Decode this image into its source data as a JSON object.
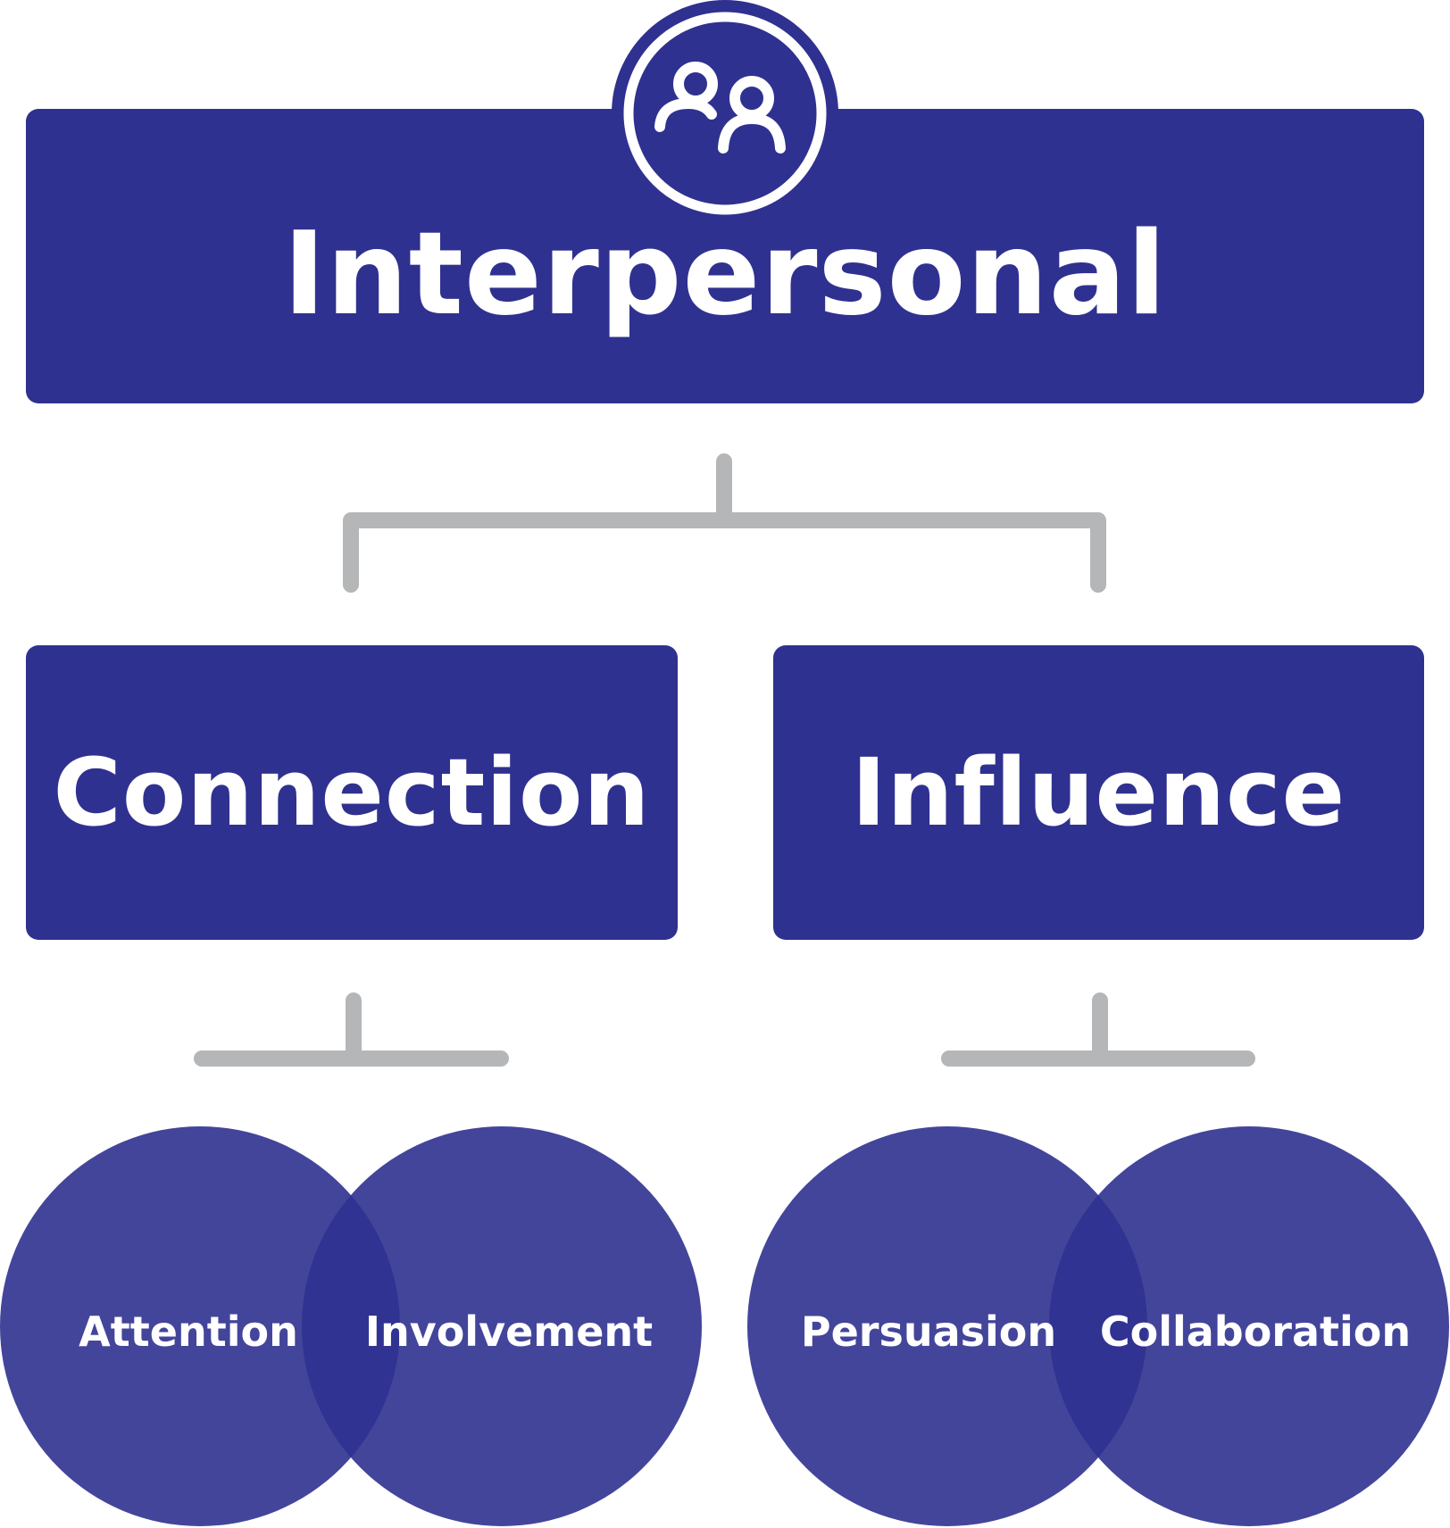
{
  "colors": {
    "box": "#2f3190",
    "circle": "#2f3190",
    "connector": "#b4b6b8",
    "text": "#ffffff"
  },
  "root": {
    "label": "Interpersonal",
    "icon": "people-icon"
  },
  "branches": [
    {
      "label": "Connection",
      "children": [
        "Attention",
        "Involvement"
      ]
    },
    {
      "label": "Influence",
      "children": [
        "Persuasion",
        "Collaboration"
      ]
    }
  ]
}
